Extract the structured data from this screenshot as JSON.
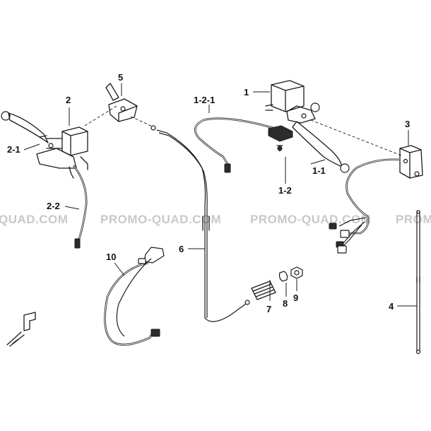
{
  "watermark": {
    "segments": [
      "QUAD.COM",
      "PROMO-QUAD.COM",
      "PROMO-QUAD.COM",
      "PROMO-QUAD.COM"
    ]
  },
  "callouts": {
    "c1": "1",
    "c1_1": "1-1",
    "c1_2": "1-2",
    "c1_2_1": "1-2-1",
    "c2": "2",
    "c2_1": "2-1",
    "c2_2": "2-2",
    "c3": "3",
    "c4": "4",
    "c5": "5",
    "c6": "6",
    "c7": "7",
    "c8": "8",
    "c9": "9",
    "c10": "10"
  },
  "icons": {
    "orientation_marker": "forward-arrow-icon"
  }
}
